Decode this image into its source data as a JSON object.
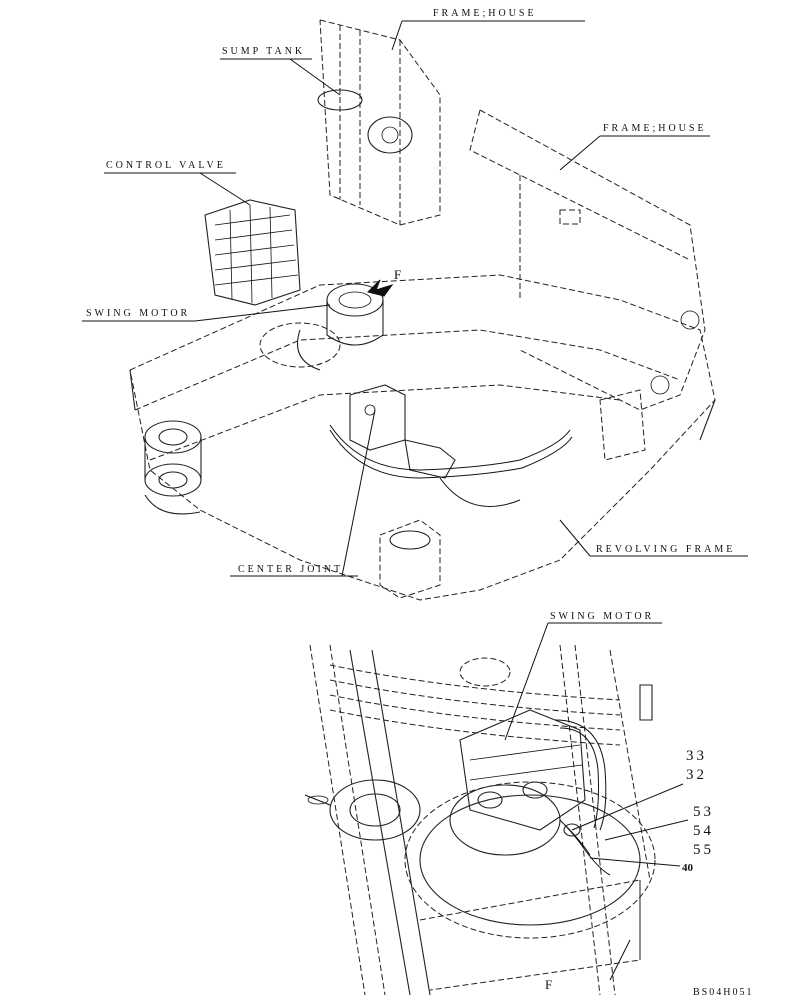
{
  "labels": {
    "frame_house_top": "FRAME;HOUSE",
    "sump_tank": "SUMP TANK",
    "frame_house_right": "FRAME;HOUSE",
    "control_valve": "CONTROL VALVE",
    "view_marker": "F",
    "swing_motor_upper": "SWING MOTOR",
    "revolving_frame": "REVOLVING FRAME",
    "center_joint": "CENTER JOINT",
    "swing_motor_detail": "SWING MOTOR",
    "detail_view_label": "F",
    "drawing_code": "BS04H051"
  },
  "callouts": {
    "c33": "33",
    "c32": "32",
    "c53": "53",
    "c54": "54",
    "c55": "55",
    "c40": "40"
  }
}
